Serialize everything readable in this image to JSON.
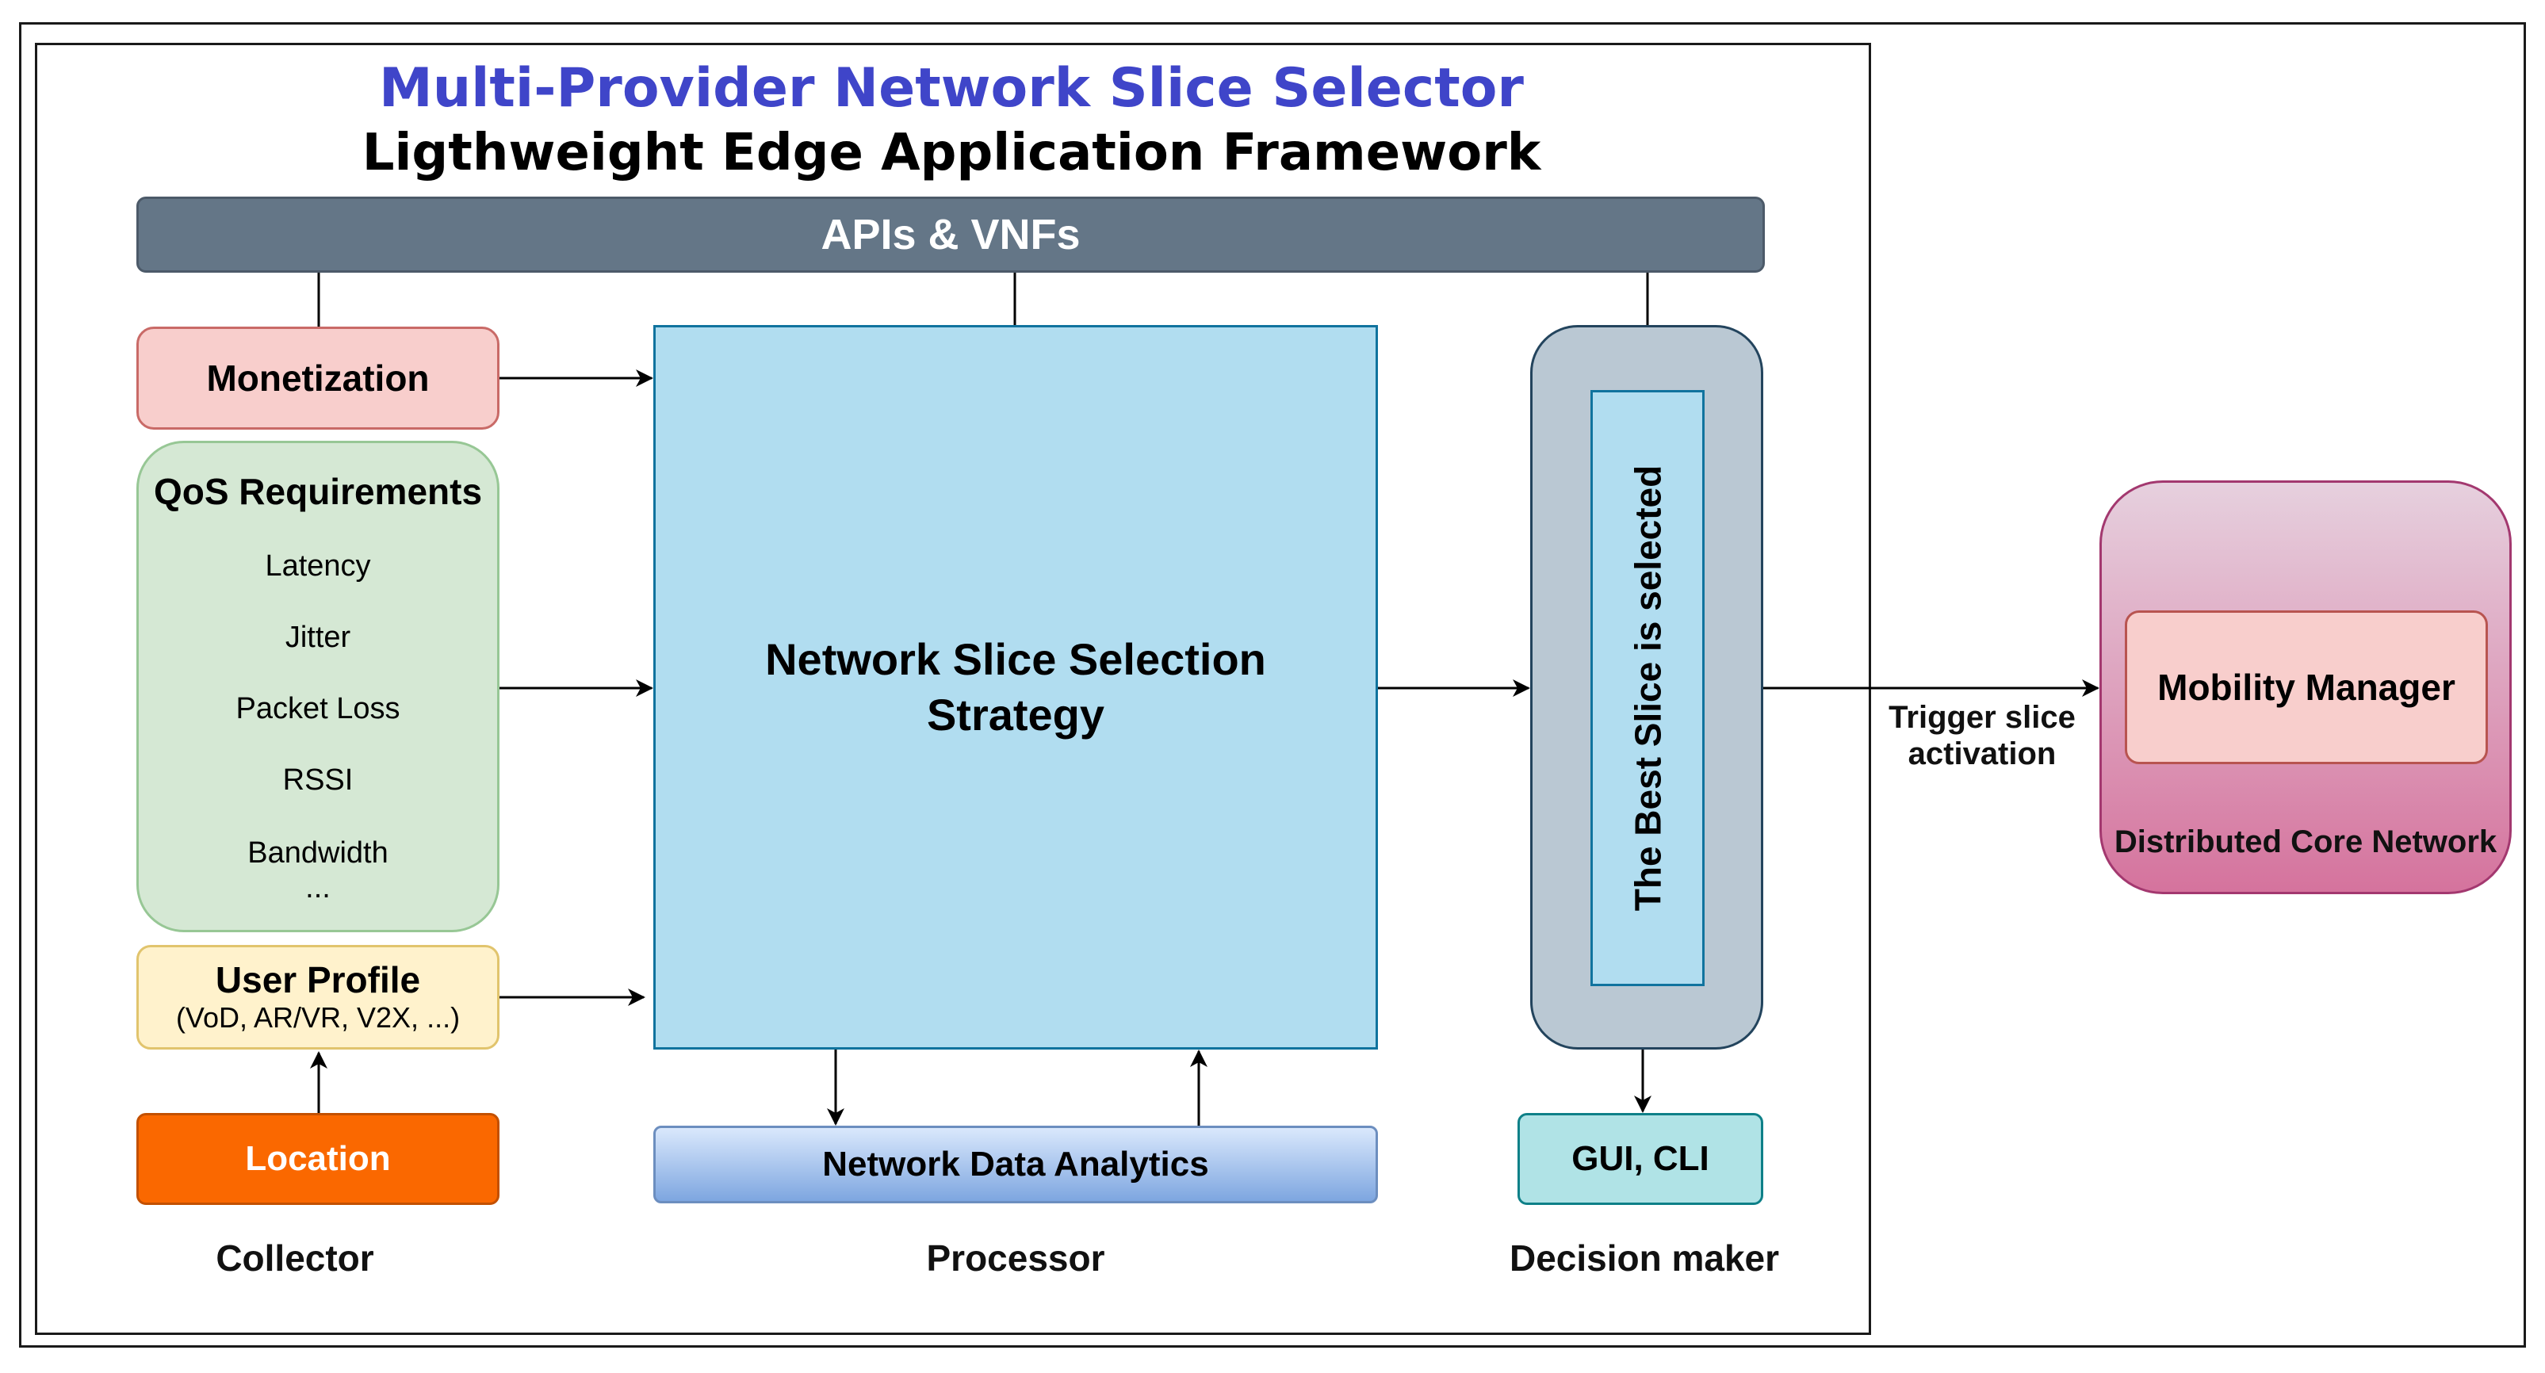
{
  "title": "Multi-Provider Network Slice Selector",
  "subtitle": "Ligthweight Edge Application Framework",
  "apis_bar": "APIs & VNFs",
  "collector": {
    "monetization": "Monetization",
    "qos": {
      "title": "QoS Requirements",
      "items": [
        "Latency",
        "Jitter",
        "Packet Loss",
        "RSSI",
        "Bandwidth",
        "..."
      ]
    },
    "user_profile": {
      "title": "User Profile",
      "detail": "(VoD, AR/VR, V2X, ...)"
    },
    "location": "Location",
    "label": "Collector"
  },
  "processor": {
    "strategy": "Network Slice Selection Strategy",
    "analytics": "Network Data Analytics",
    "label": "Processor"
  },
  "decision_maker": {
    "selected": "The Best Slice is selected",
    "gui_cli": "GUI, CLI",
    "label": "Decision maker"
  },
  "trigger": "Trigger slice activation",
  "core": {
    "mobility_manager": "Mobility Manager",
    "label": "Distributed Core Network"
  },
  "colors": {
    "title": "#3f45c9",
    "apis_bar": "#647687",
    "monetization": "#f8cecc",
    "qos": "#d5e8d4",
    "user_profile": "#fff2cc",
    "location": "#fa6800",
    "strategy": "#b1ddf0",
    "decision": "#bac8d3",
    "gui_cli": "#b0e3e6",
    "core": "#d5739d"
  }
}
